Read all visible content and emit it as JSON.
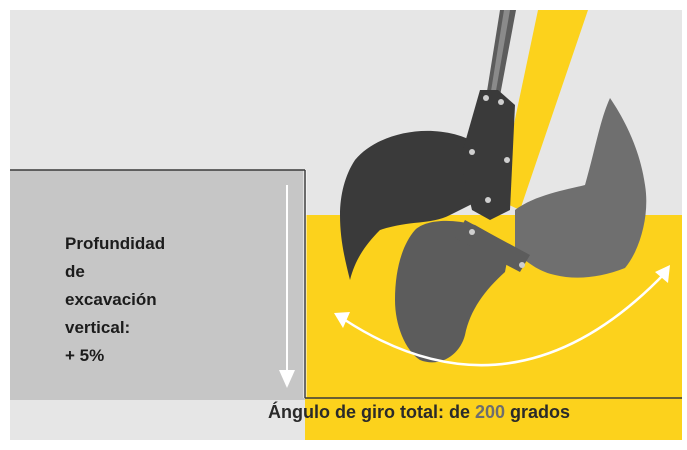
{
  "colors": {
    "background": "#e6e6e6",
    "soil": "#fcd21c",
    "wall": "#c6c6c6",
    "bucket_dark": "#3a3a3a",
    "bucket_mid": "#5c5c5c",
    "bucket_light": "#6f6f6f",
    "arrow": "#ffffff"
  },
  "icons": {
    "bucket": "excavator-bucket-icon",
    "depth_arrow": "down-arrow-icon",
    "swing_arc": "double-arc-arrow-icon"
  },
  "depth_label": {
    "line1": "Profundidad",
    "line2": "de",
    "line3": "excavación",
    "line4": "vertical:",
    "line5": "+ 5%"
  },
  "caption": {
    "prefix": "Ángulo de giro total: de ",
    "value": "200",
    "suffix": " grados"
  }
}
